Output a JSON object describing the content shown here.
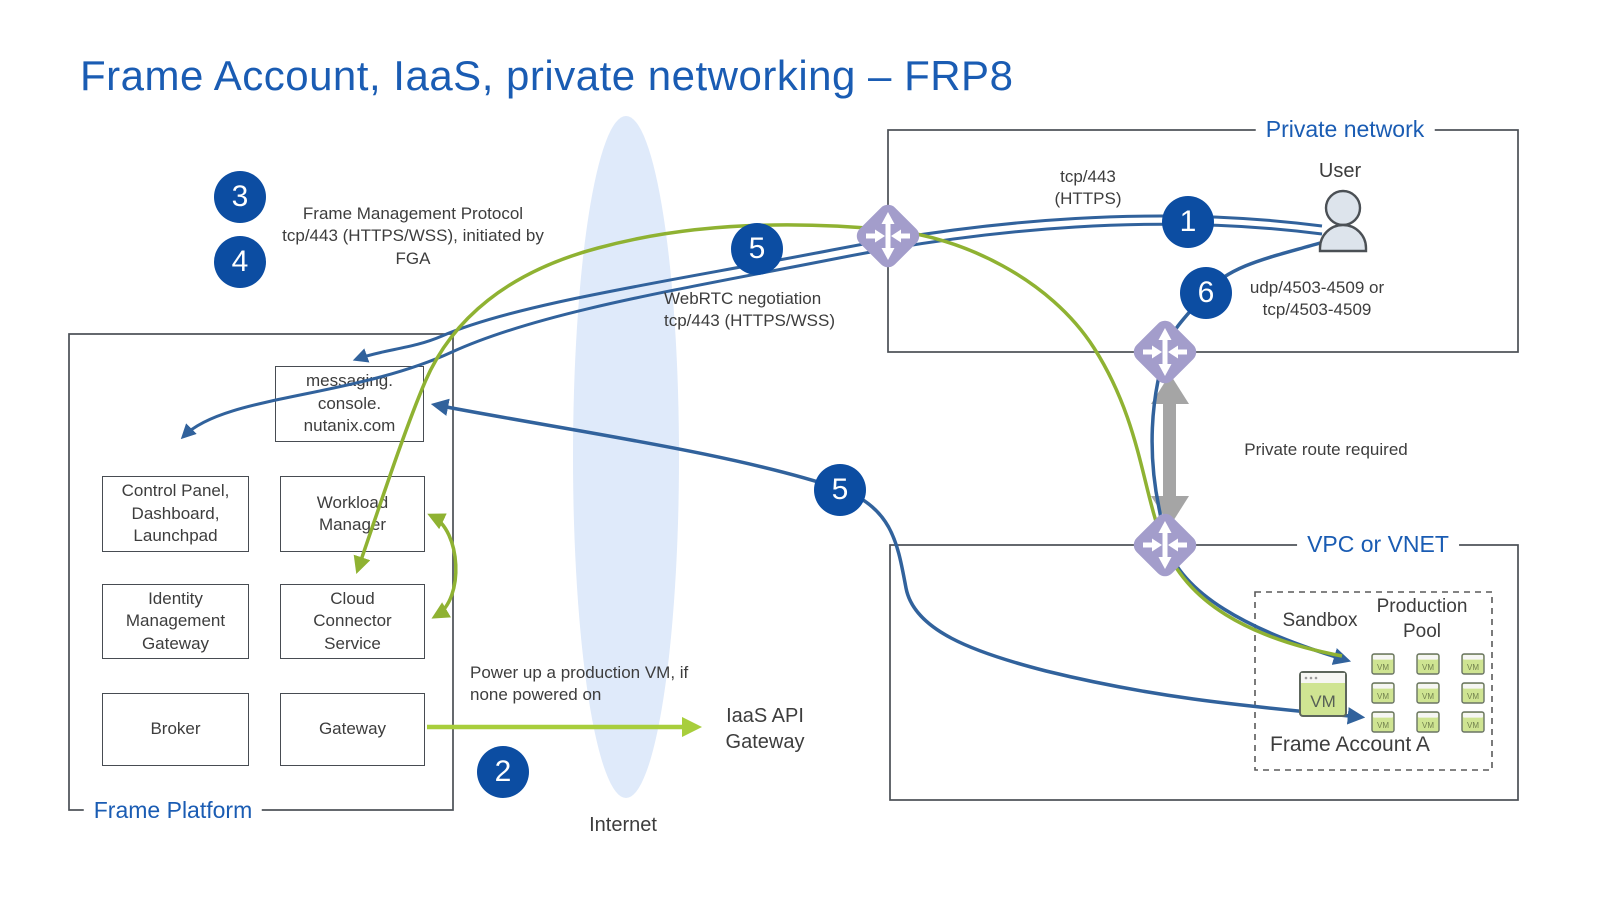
{
  "title": "Frame Account, IaaS, private networking – FRP8",
  "containers": {
    "frame_platform": "Frame Platform",
    "private_network": "Private network",
    "vpc": "VPC or VNET"
  },
  "platform_boxes": {
    "messaging": "messaging.\nconsole.\nnutanix.com",
    "control_panel": "Control Panel,\nDashboard,\nLaunchpad",
    "workload_manager": "Workload\nManager",
    "identity_gateway": "Identity\nManagement\nGateway",
    "cloud_connector": "Cloud\nConnector\nService",
    "broker": "Broker",
    "gateway": "Gateway"
  },
  "steps": {
    "s1": "1",
    "s2": "2",
    "s3": "3",
    "s4": "4",
    "s5": "5",
    "s6": "6"
  },
  "labels": {
    "fmp": "Frame Management Protocol\ntcp/443 (HTTPS/WSS), initiated by\nFGA",
    "webrtc": "WebRTC negotiation\ntcp/443 (HTTPS/WSS)",
    "tcp443": "tcp/443\n(HTTPS)",
    "udp": "udp/4503-4509 or\ntcp/4503-4509",
    "private_route": "Private route required",
    "power_up": "Power up a production VM, if\nnone powered on",
    "iaas_api": "IaaS API\nGateway",
    "internet": "Internet",
    "user": "User"
  },
  "vpc_content": {
    "sandbox": "Sandbox",
    "production_pool": "Production\nPool",
    "frame_account": "Frame Account A",
    "vm_label": "VM"
  },
  "icons": {
    "router": "router-icon",
    "user": "user-icon",
    "vm": "vm-icon"
  },
  "colors": {
    "accent_blue": "#1a5cb3",
    "step_navy": "#0c4da2",
    "line_blue": "#31629c",
    "line_green": "#8fb232",
    "line_lime": "#a8ce3c",
    "router_purple": "#a39dcb",
    "gray_arrow": "#a5a5a5",
    "internet_ellipse": "#dfeafa",
    "vm_green": "#cfe492"
  }
}
